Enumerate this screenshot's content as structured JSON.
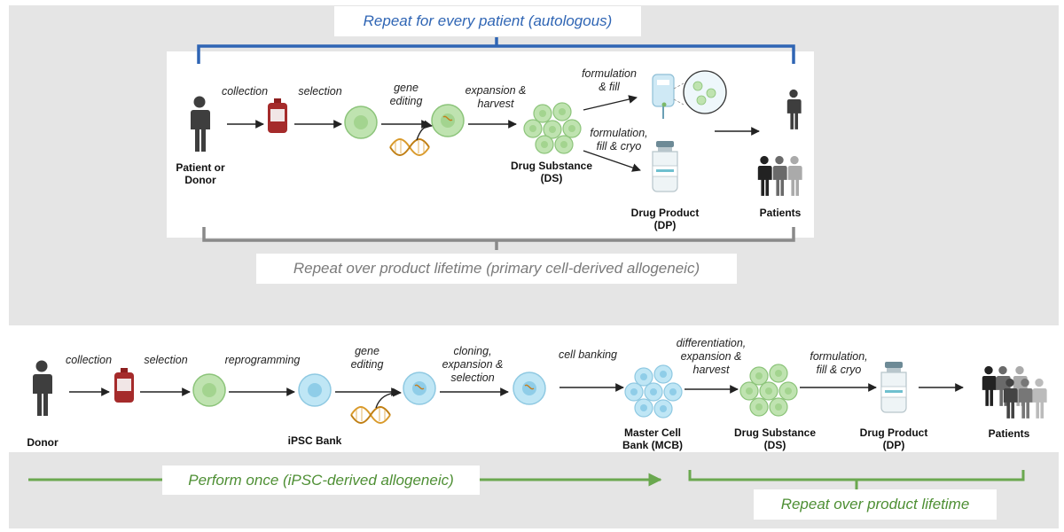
{
  "colors": {
    "background_band": "#e5e5e5",
    "autologous_blue": "#2f65b4",
    "lifetime_gray": "#8a8a8a",
    "ipsc_green": "#6aa84f",
    "primary_cell": "#bfe3b0",
    "ipsc_cell": "#bfe6f5"
  },
  "banners": {
    "autologous": "Repeat for every patient (autologous)",
    "primary_allogeneic": "Repeat over product lifetime (primary cell-derived allogeneic)",
    "ipsc_once": "Perform once (iPSC-derived allogeneic)",
    "ipsc_repeat": "Repeat over product lifetime"
  },
  "top_flow": {
    "steps": {
      "collection": "collection",
      "selection": "selection",
      "gene_editing": "gene\nediting",
      "expansion_harvest": "expansion &\nharvest",
      "formulation_fill": "formulation\n& fill",
      "formulation_fill_cryo": "formulation,\nfill & cryo"
    },
    "nodes": {
      "patient_donor": "Patient or\nDonor",
      "drug_substance": "Drug Substance\n(DS)",
      "drug_product": "Drug Product\n(DP)",
      "patients": "Patients"
    },
    "icons": [
      "person-icon",
      "blood-bag-icon",
      "cell-icon",
      "edited-cell-icon",
      "dna-icon",
      "cell-cluster-icon",
      "iv-bag-icon",
      "vial-icon",
      "patients-group-icon"
    ]
  },
  "bottom_flow": {
    "steps": {
      "collection": "collection",
      "selection": "selection",
      "reprogramming": "reprogramming",
      "gene_editing": "gene\nediting",
      "cloning": "cloning,\nexpansion &\nselection",
      "cell_banking": "cell banking",
      "differentiation": "differentiation,\nexpansion &\nharvest",
      "formulation": "formulation,\nfill & cryo"
    },
    "nodes": {
      "donor": "Donor",
      "ipsc_bank": "iPSC Bank",
      "master_cell_bank": "Master Cell\nBank (MCB)",
      "drug_substance": "Drug Substance\n(DS)",
      "drug_product": "Drug Product\n(DP)",
      "patients": "Patients"
    },
    "icons": [
      "person-icon",
      "blood-bag-icon",
      "cell-icon",
      "ipsc-cell-icon",
      "dna-icon",
      "edited-ipsc-cell-icon",
      "master-cell-bank-icon",
      "cell-cluster-icon",
      "vial-icon",
      "patients-group-icon"
    ]
  }
}
